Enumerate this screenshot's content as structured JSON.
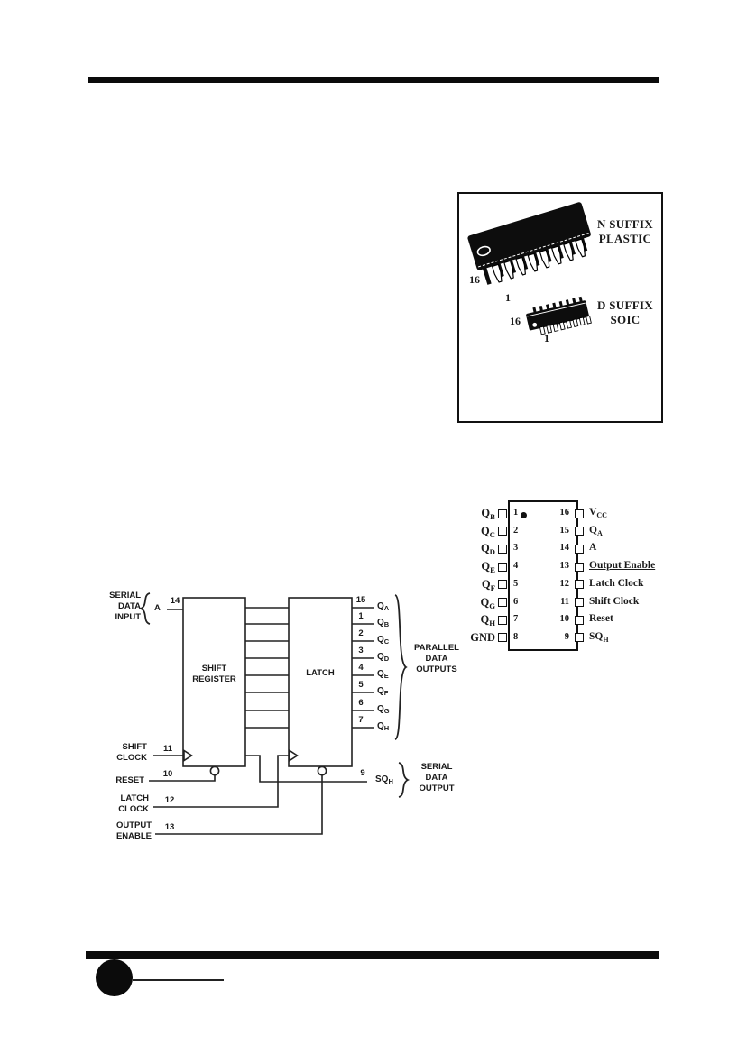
{
  "package_box": {
    "dip": {
      "suffix": "N SUFFIX\nPLASTIC",
      "pin16": "16",
      "pin1": "1"
    },
    "soic": {
      "suffix": "D SUFFIX\nSOIC",
      "pin16": "16",
      "pin1": "1"
    }
  },
  "pinout": {
    "left_pins": [
      {
        "name": "Q",
        "sub": "B",
        "number": "1"
      },
      {
        "name": "Q",
        "sub": "C",
        "number": "2"
      },
      {
        "name": "Q",
        "sub": "D",
        "number": "3"
      },
      {
        "name": "Q",
        "sub": "E",
        "number": "4"
      },
      {
        "name": "Q",
        "sub": "F",
        "number": "5"
      },
      {
        "name": "Q",
        "sub": "G",
        "number": "6"
      },
      {
        "name": "Q",
        "sub": "H",
        "number": "7"
      },
      {
        "name": "GND",
        "sub": "",
        "number": "8"
      }
    ],
    "right_pins": [
      {
        "name": "V",
        "sub": "CC",
        "number": "16"
      },
      {
        "name": "Q",
        "sub": "A",
        "number": "15"
      },
      {
        "name": "A",
        "sub": "",
        "number": "14"
      },
      {
        "name": "Output Enable",
        "sub": "",
        "number": "13",
        "underline": true
      },
      {
        "name": "Latch Clock",
        "sub": "",
        "number": "12"
      },
      {
        "name": "Shift Clock",
        "sub": "",
        "number": "11"
      },
      {
        "name": "Reset",
        "sub": "",
        "number": "10"
      },
      {
        "name": "SQ",
        "sub": "H",
        "number": "9"
      }
    ]
  },
  "block_diagram": {
    "serial_data_input_label": "SERIAL\nDATA\nINPUT",
    "input_a_label": "A",
    "input_a_pin": "14",
    "shift_register_label": "SHIFT\nREGISTER",
    "latch_label": "LATCH",
    "outputs": [
      {
        "pin": "15",
        "name": "Q",
        "sub": "A"
      },
      {
        "pin": "1",
        "name": "Q",
        "sub": "B"
      },
      {
        "pin": "2",
        "name": "Q",
        "sub": "C"
      },
      {
        "pin": "3",
        "name": "Q",
        "sub": "D"
      },
      {
        "pin": "4",
        "name": "Q",
        "sub": "E"
      },
      {
        "pin": "5",
        "name": "Q",
        "sub": "F"
      },
      {
        "pin": "6",
        "name": "Q",
        "sub": "G"
      },
      {
        "pin": "7",
        "name": "Q",
        "sub": "H"
      }
    ],
    "parallel_outputs_label": "PARALLEL\nDATA\nOUTPUTS",
    "shift_clock_label": "SHIFT\nCLOCK",
    "shift_clock_pin": "11",
    "reset_label": "RESET",
    "reset_pin": "10",
    "latch_clock_label": "LATCH\nCLOCK",
    "latch_clock_pin": "12",
    "output_enable_label": "OUTPUT\nENABLE",
    "output_enable_pin": "13",
    "serial_output_pin": "9",
    "serial_output_name": "SQ",
    "serial_output_sub": "H",
    "serial_data_output_label": "SERIAL\nDATA\nOUTPUT"
  }
}
